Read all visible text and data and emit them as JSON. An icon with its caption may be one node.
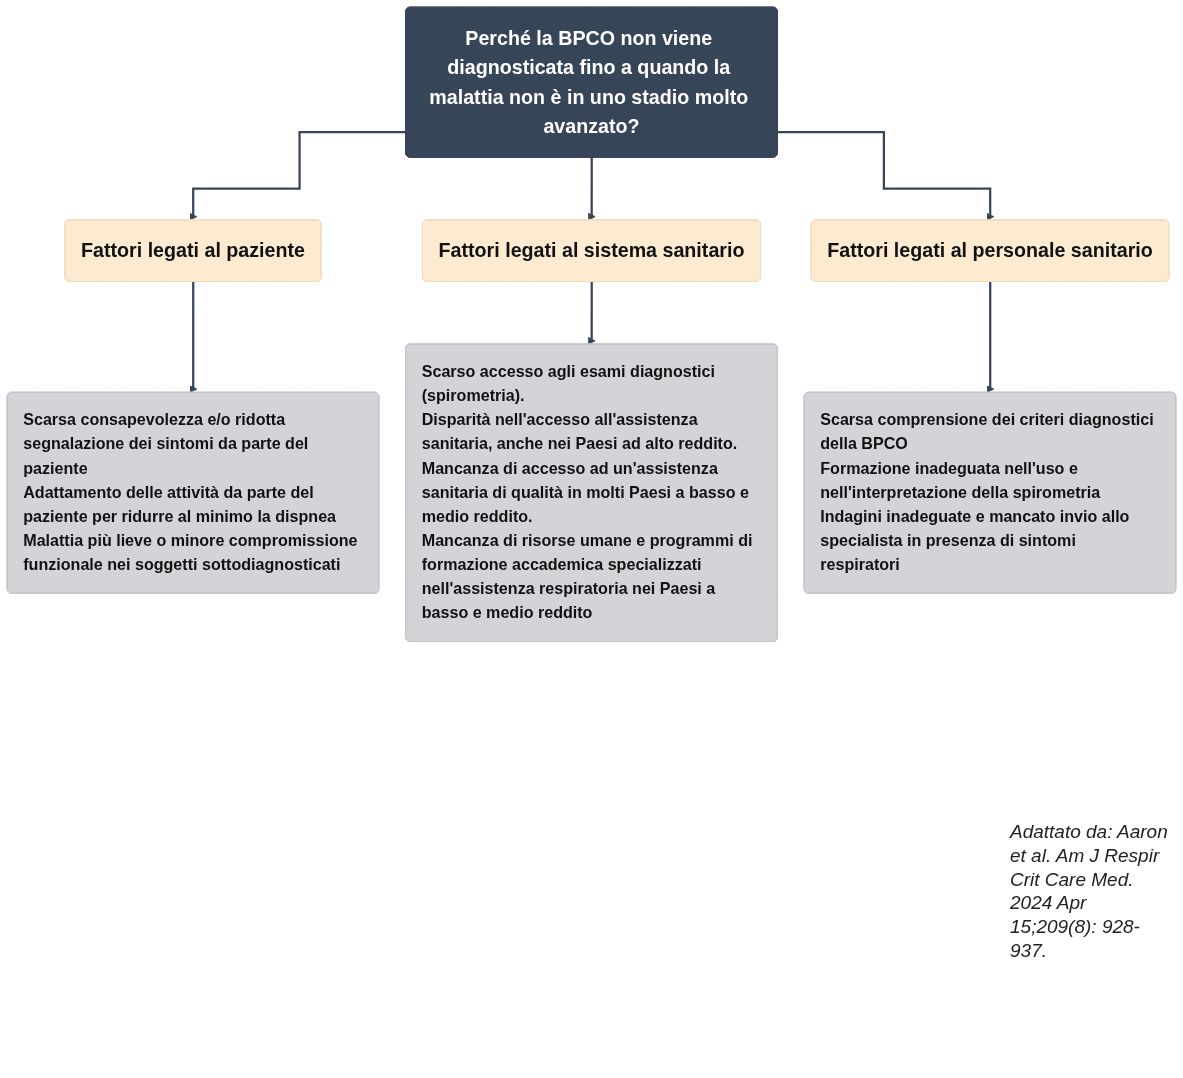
{
  "diagram": {
    "nodes": [
      {
        "text": [
          "Perché la BPCO non viene diagnosticata fino a quando la malattia non è in uno stadio molto avanzato?"
        ]
      },
      {
        "text": [
          "Fattori legati al paziente"
        ]
      },
      {
        "text": [
          "Fattori legati al sistema sanitario"
        ]
      },
      {
        "text": [
          "Fattori legati al personale sanitario"
        ]
      },
      {
        "text": [
          "Scarsa consapevolezza e/o ridotta segnalazione dei sintomi da parte del paziente",
          "Adattamento delle attività da parte del paziente per ridurre al minimo la dispnea",
          "Malattia più lieve o minore compromissione funzionale nei soggetti sottodiagnosticati"
        ]
      },
      {
        "text": [
          "Scarso accesso agli esami diagnostici (spirometria).",
          "Disparità nell'accesso all'assistenza sanitaria, anche nei Paesi ad alto reddito.",
          "Mancanza di accesso ad un'assistenza sanitaria di qualità in molti Paesi a basso e medio reddito.",
          "Mancanza di risorse umane e programmi di formazione accademica specializzati nell'assistenza respiratoria nei Paesi a basso e medio reddito"
        ]
      },
      {
        "text": [
          "Scarsa comprensione dei criteri diagnostici della BPCO",
          "Formazione inadeguata nell'uso e nell'interpretazione della spirometria",
          "Indagini inadeguate e mancato invio allo specialista in presenza di sintomi respiratori"
        ]
      }
    ],
    "edges": [
      {
        "from": 0,
        "to": 1,
        "arrow": "to"
      },
      {
        "from": 0,
        "to": 2,
        "arrow": "to"
      },
      {
        "from": 0,
        "to": 3,
        "arrow": "to"
      },
      {
        "from": 1,
        "to": 4,
        "arrow": "to"
      },
      {
        "from": 2,
        "to": 5,
        "arrow": "to"
      },
      {
        "from": 3,
        "to": 6,
        "arrow": "to"
      }
    ],
    "caption": "Adattato da: Aaron et al. Am J Respir Crit Care Med. 2024 Apr 15;209(8): 928-937."
  }
}
